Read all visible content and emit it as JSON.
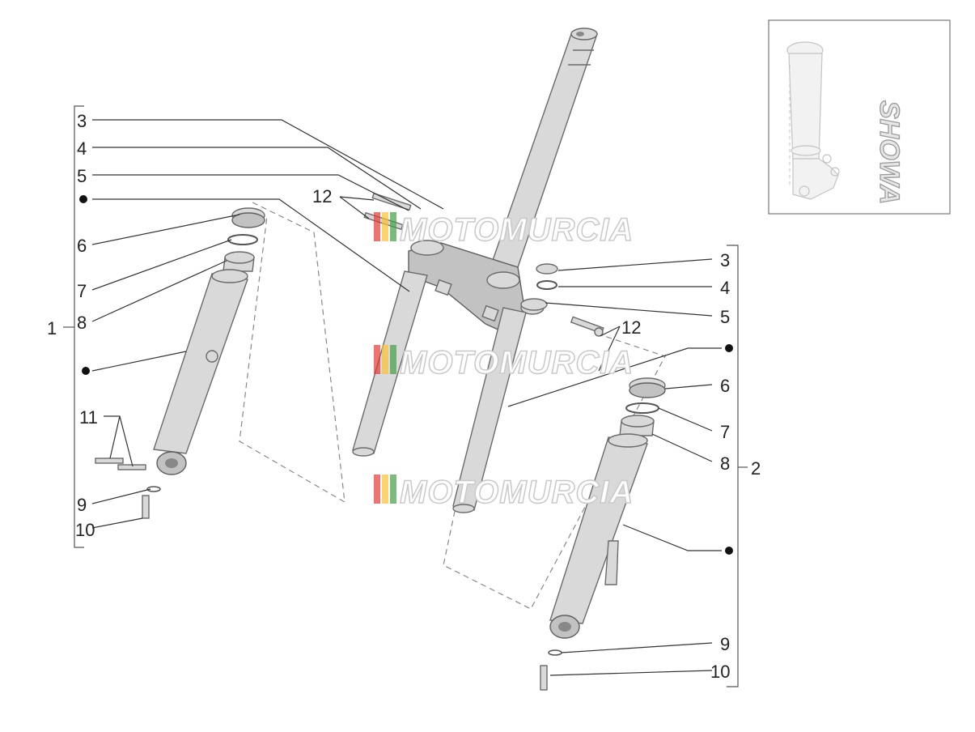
{
  "callouts_left": {
    "c3": "3",
    "c4": "4",
    "c5": "5",
    "c6": "6",
    "c7": "7",
    "c8": "8",
    "c1": "1",
    "c11": "11",
    "c9": "9",
    "c10": "10",
    "c12": "12"
  },
  "callouts_right": {
    "c3": "3",
    "c4": "4",
    "c5": "5",
    "c12": "12",
    "c6": "6",
    "c7": "7",
    "c8": "8",
    "c2": "2",
    "c9": "9",
    "c10": "10"
  },
  "watermark": {
    "text": "MOTOMURCIA",
    "colors": [
      "#e53935",
      "#fbc02d",
      "#43a047"
    ]
  },
  "inset": {
    "brand": "SHOWA"
  }
}
